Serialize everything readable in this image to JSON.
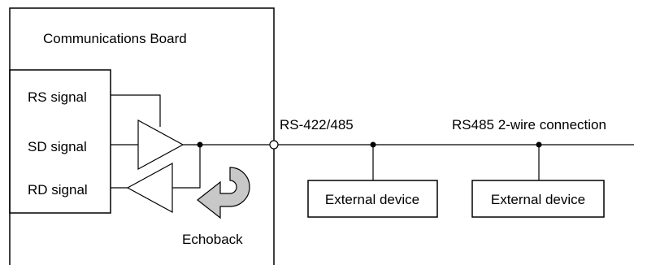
{
  "board": {
    "title": "Communications Board",
    "signals": {
      "rs": "RS signal",
      "sd": "SD signal",
      "rd": "RD signal"
    }
  },
  "bus": {
    "label": "RS-422/485",
    "connection_label": "RS485 2-wire connection"
  },
  "devices": [
    {
      "label": "External device"
    },
    {
      "label": "External device"
    }
  ],
  "echoback": {
    "label": "Echoback",
    "arrow_color": "#c8c8c8"
  }
}
